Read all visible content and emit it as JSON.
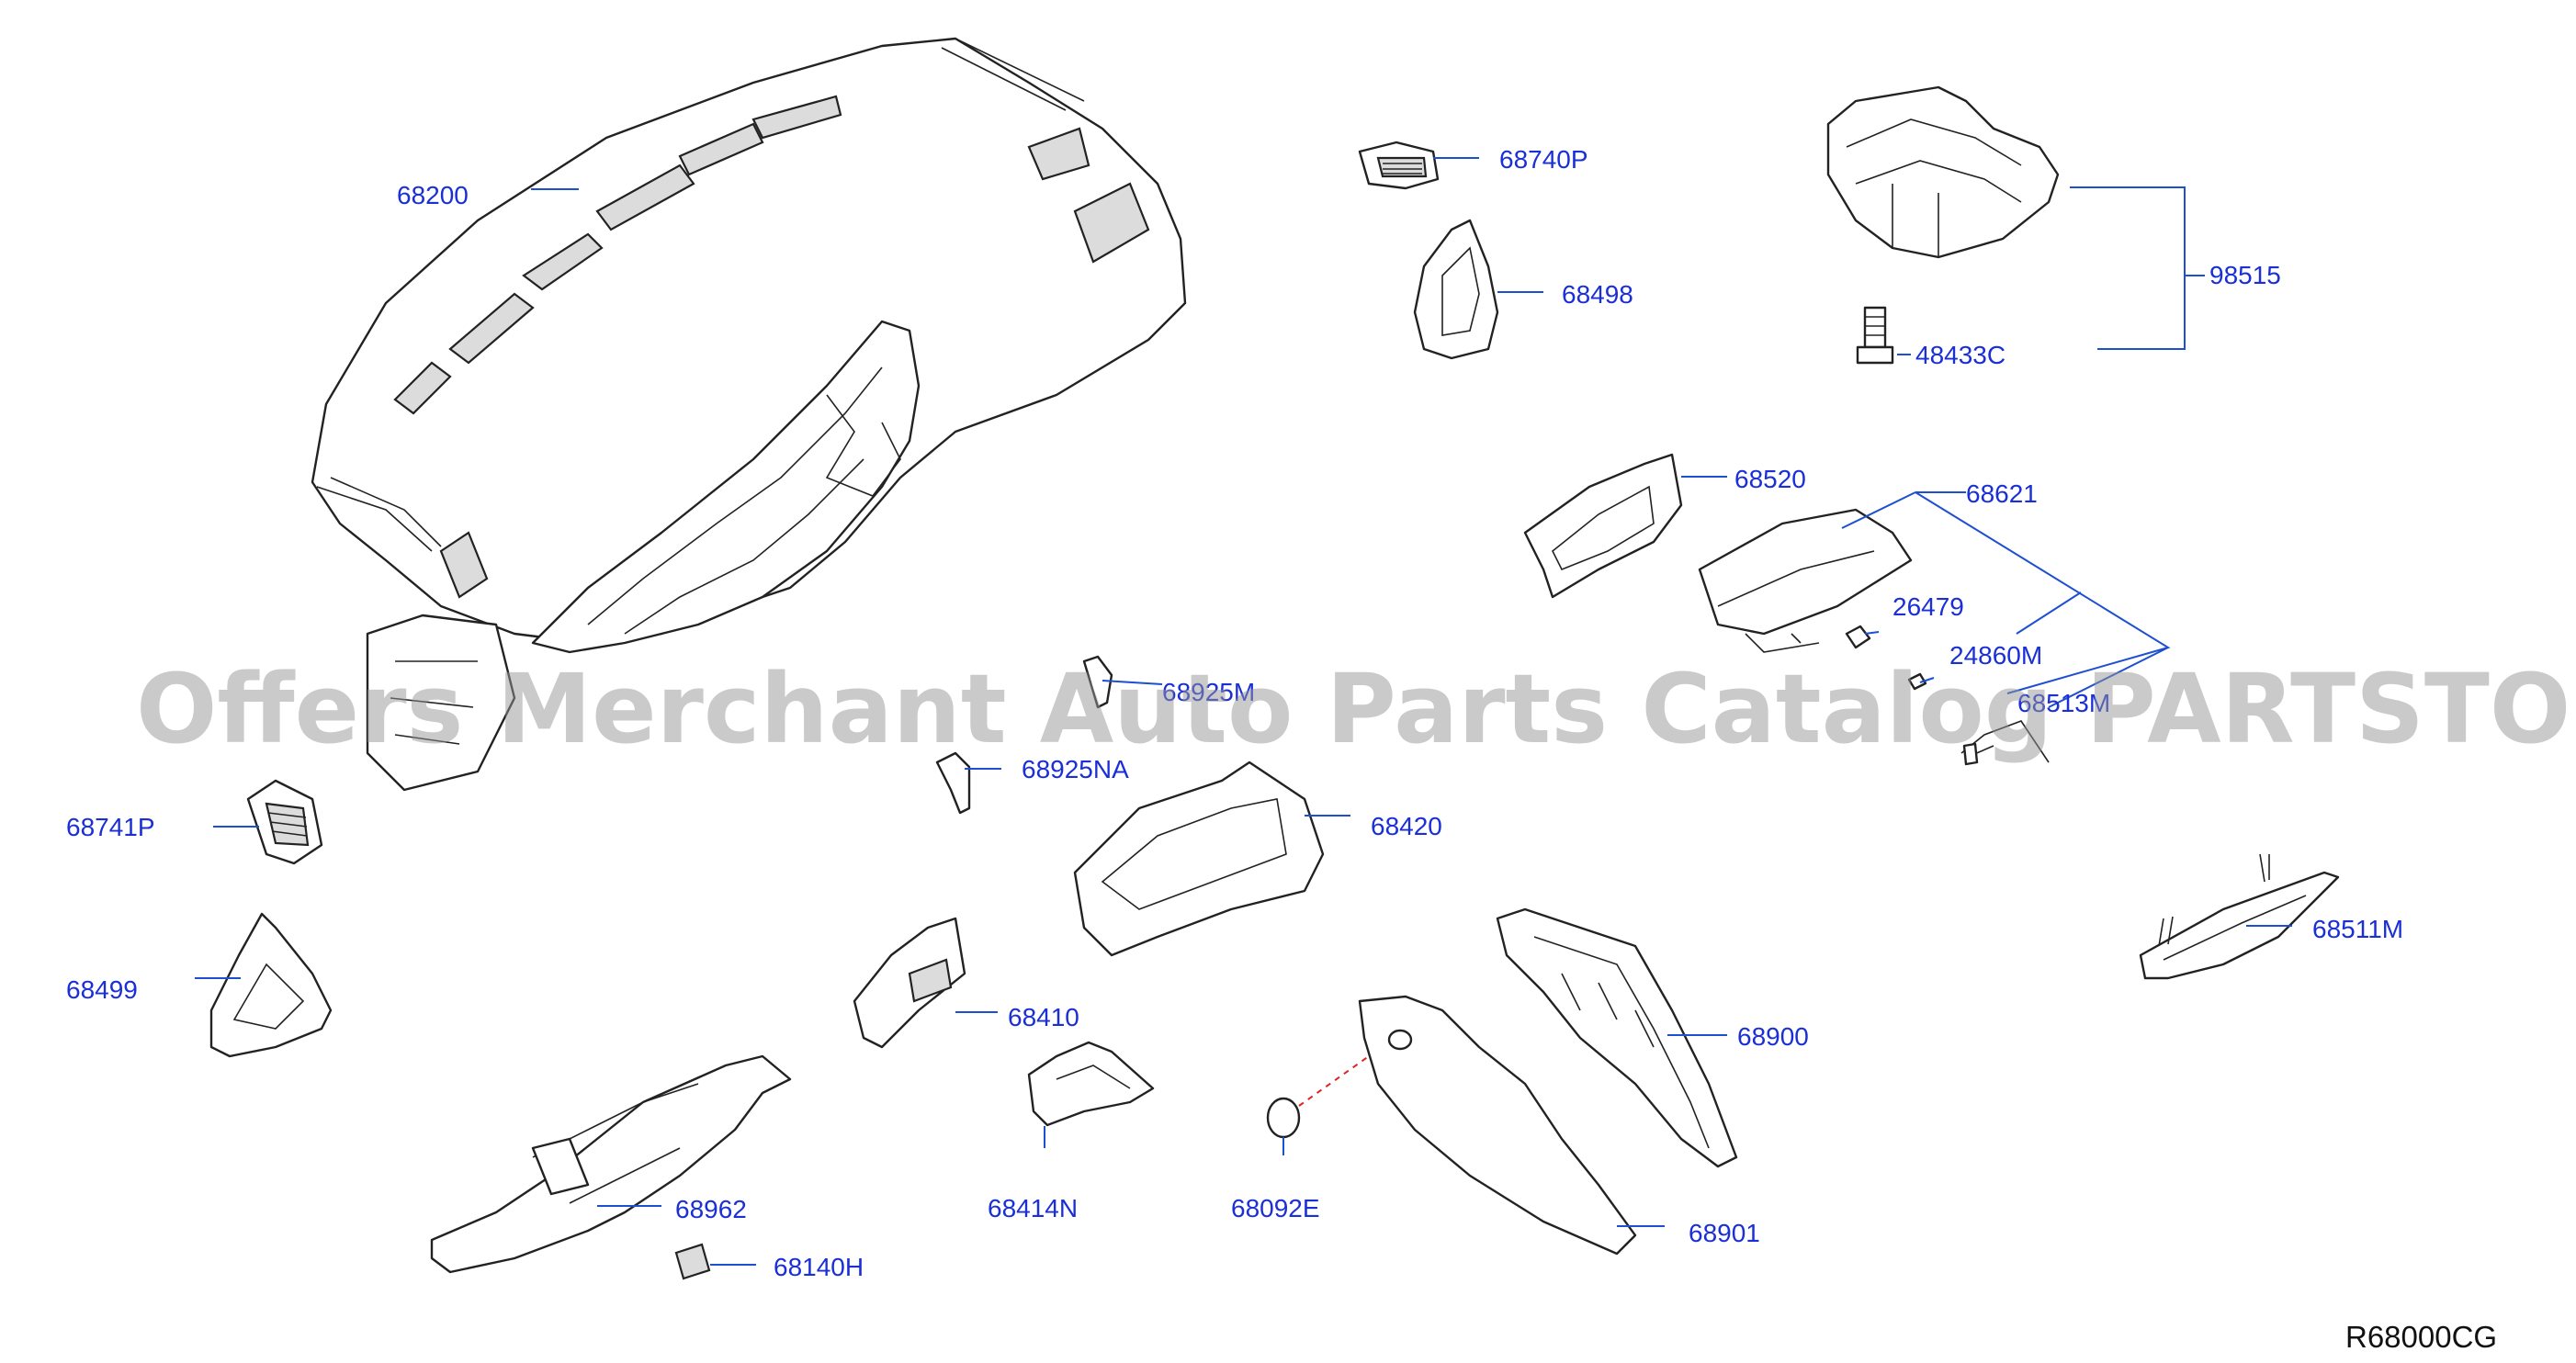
{
  "watermark": "Offers Merchant Auto Parts Catalog PARTSTORE.SA",
  "diagram_code": "R68000CG",
  "colors": {
    "label": "#1a2fd6",
    "leader": "#1d4fd1",
    "dashed_guide": "#e02222",
    "line_art": "#222222"
  },
  "part_numbers": {
    "p68200": "68200",
    "p68740P": "68740P",
    "p68498": "68498",
    "p98515": "98515",
    "p48433C": "48433C",
    "p68520": "68520",
    "p68621": "68621",
    "p26479": "26479",
    "p24860M": "24860M",
    "p68513M": "68513M",
    "p68925M": "68925M",
    "p68925NA": "68925NA",
    "p68741P": "68741P",
    "p68420": "68420",
    "p68499": "68499",
    "p68410": "68410",
    "p68511M": "68511M",
    "p68900": "68900",
    "p68962": "68962",
    "p68414N": "68414N",
    "p68092E": "68092E",
    "p68901": "68901",
    "p68140H": "68140H"
  }
}
